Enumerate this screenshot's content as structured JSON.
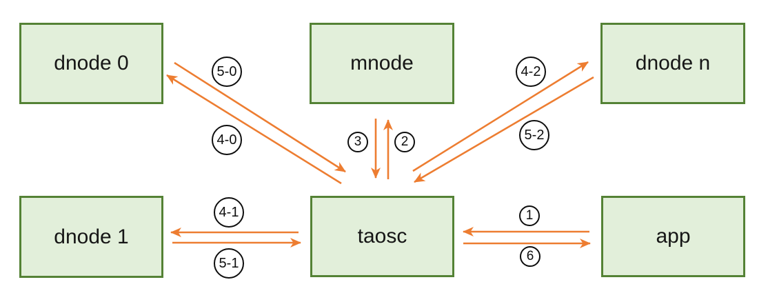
{
  "diagram": {
    "type": "architecture-flow",
    "nodes": {
      "dnode0": {
        "label": "dnode 0"
      },
      "mnode": {
        "label": "mnode"
      },
      "dnoden": {
        "label": "dnode n"
      },
      "dnode1": {
        "label": "dnode 1"
      },
      "taosc": {
        "label": "taosc"
      },
      "app": {
        "label": "app"
      }
    },
    "edge_labels": {
      "l50": {
        "text": "5-0"
      },
      "l40": {
        "text": "4-0"
      },
      "l3": {
        "text": "3"
      },
      "l2": {
        "text": "2"
      },
      "l42": {
        "text": "4-2"
      },
      "l52": {
        "text": "5-2"
      },
      "l41": {
        "text": "4-1"
      },
      "l51": {
        "text": "5-1"
      },
      "l1": {
        "text": "1"
      },
      "l6": {
        "text": "6"
      }
    },
    "edges": [
      {
        "label": "1",
        "from": "app",
        "to": "taosc",
        "label_style": "circled-number"
      },
      {
        "label": "2",
        "from": "taosc",
        "to": "mnode",
        "label_style": "circled-number"
      },
      {
        "label": "3",
        "from": "mnode",
        "to": "taosc",
        "label_style": "circled-number"
      },
      {
        "label": "4-0",
        "from": "taosc",
        "to": "dnode 0",
        "label_style": "circled-text"
      },
      {
        "label": "5-0",
        "from": "dnode 0",
        "to": "taosc",
        "label_style": "circled-text"
      },
      {
        "label": "4-1",
        "from": "taosc",
        "to": "dnode 1",
        "label_style": "circled-text"
      },
      {
        "label": "5-1",
        "from": "dnode 1",
        "to": "taosc",
        "label_style": "circled-text"
      },
      {
        "label": "4-2",
        "from": "taosc",
        "to": "dnode n",
        "label_style": "circled-text"
      },
      {
        "label": "5-2",
        "from": "dnode n",
        "to": "taosc",
        "label_style": "circled-text"
      },
      {
        "label": "6",
        "from": "taosc",
        "to": "app",
        "label_style": "circled-number"
      }
    ],
    "colors": {
      "background": "#FFFFFF",
      "node_fill": "#E2EFDA",
      "node_border": "#548235",
      "arrow": "#ED7D31",
      "label_circle_border": "#0D0D0D",
      "text": "#111111"
    }
  }
}
